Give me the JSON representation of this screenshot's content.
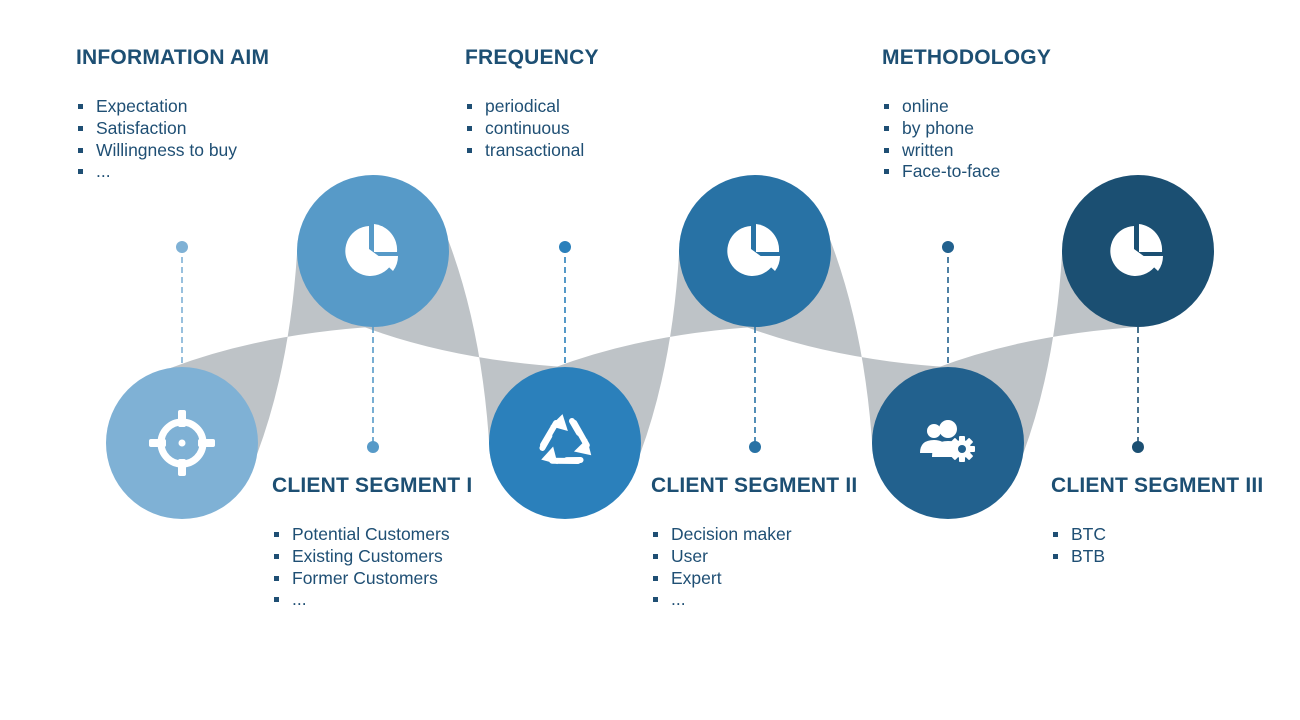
{
  "colors": {
    "band": "#bec3c7",
    "c1": "#7fb1d5",
    "c2": "#579ac8",
    "c3": "#2b80bb",
    "c4": "#2872a5",
    "c5": "#22618e",
    "c6": "#1b4f72",
    "text": "#1d4f73"
  },
  "sections": [
    {
      "title": "INFORMATION AIM",
      "items": [
        "Expectation",
        "Satisfaction",
        "Willingness to buy",
        "..."
      ]
    },
    {
      "title": "CLIENT SEGMENT I",
      "items": [
        "Potential Customers",
        "Existing Customers",
        "Former Customers",
        "..."
      ]
    },
    {
      "title": "FREQUENCY",
      "items": [
        "periodical",
        "continuous",
        "transactional"
      ]
    },
    {
      "title": "CLIENT SEGMENT II",
      "items": [
        "Decision maker",
        "User",
        "Expert",
        "..."
      ]
    },
    {
      "title": "METHODOLOGY",
      "items": [
        "online",
        "by phone",
        "written",
        "Face-to-face"
      ]
    },
    {
      "title": "CLIENT SEGMENT III",
      "items": [
        "BTC",
        "BTB"
      ]
    }
  ],
  "nodes": [
    {
      "icon": "target-icon"
    },
    {
      "icon": "pie-chart-icon"
    },
    {
      "icon": "recycle-icon"
    },
    {
      "icon": "pie-chart-icon"
    },
    {
      "icon": "users-gear-icon"
    },
    {
      "icon": "pie-chart-icon"
    }
  ]
}
